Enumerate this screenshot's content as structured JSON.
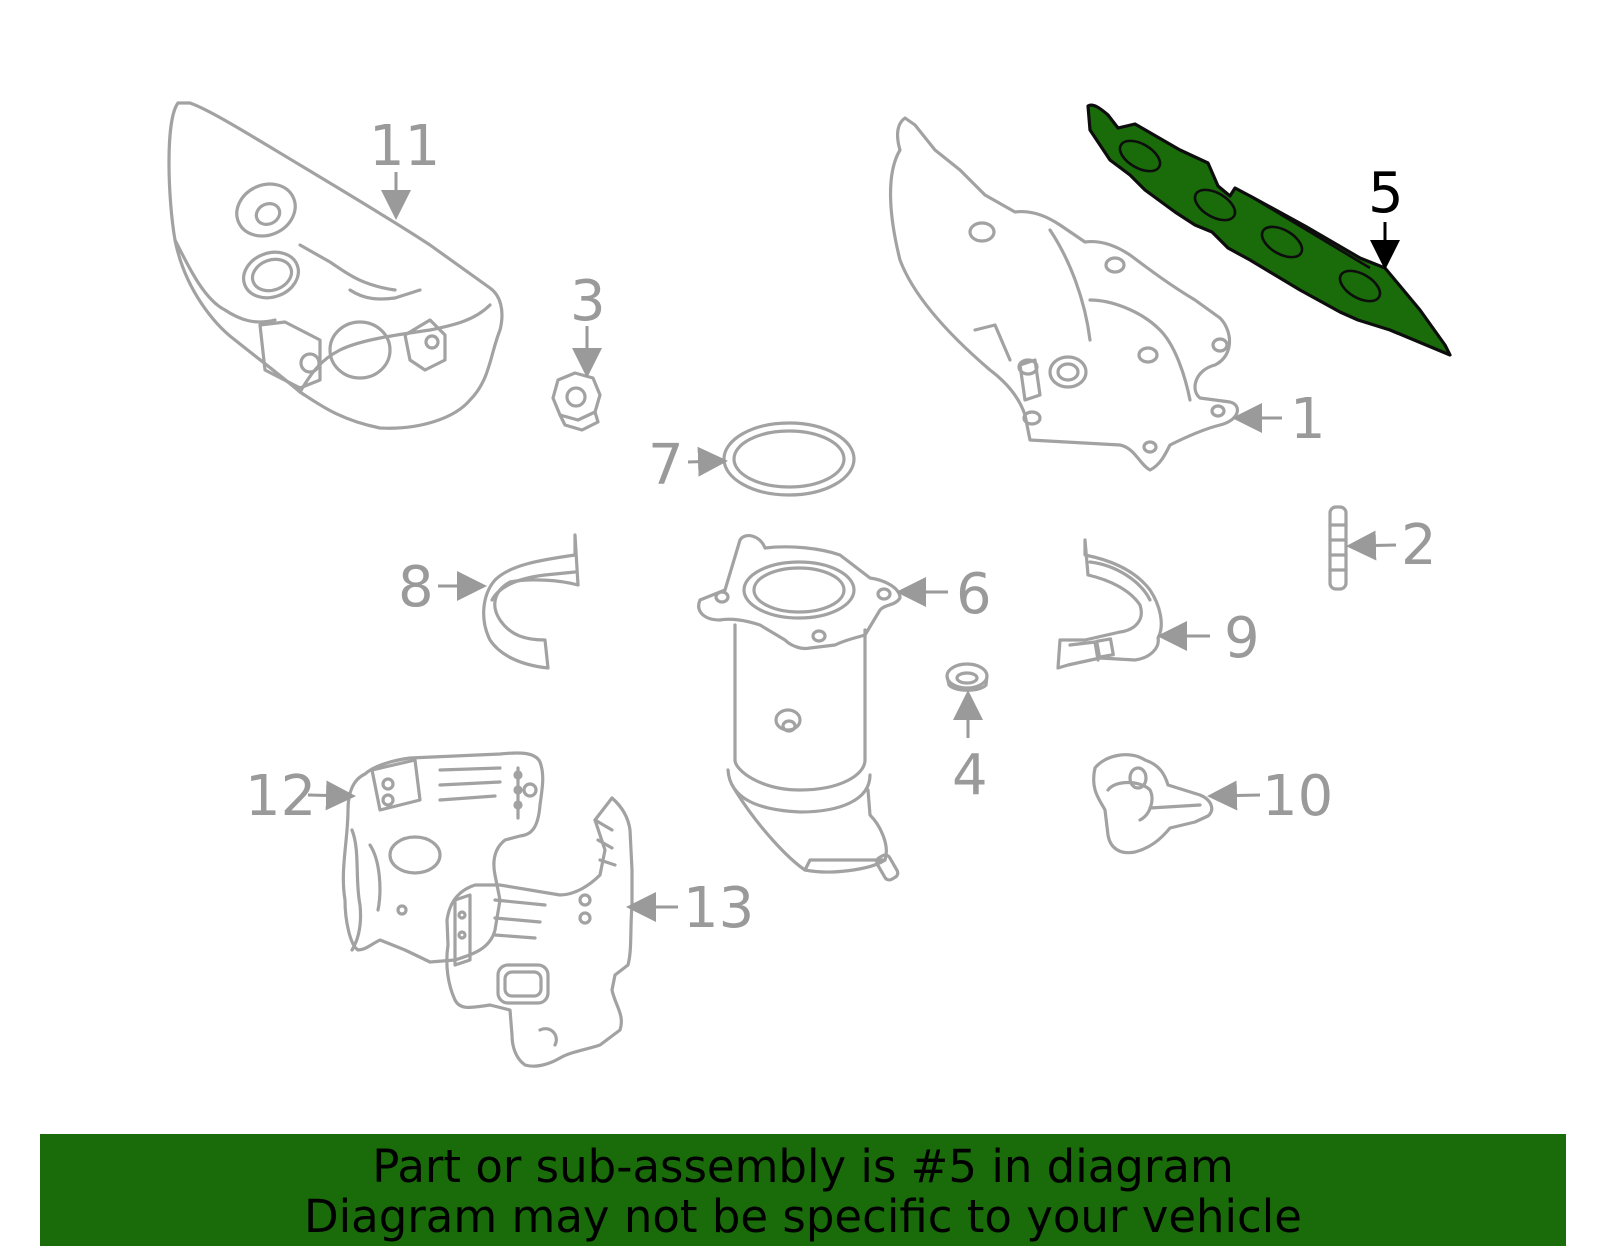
{
  "callouts": {
    "c1": "1",
    "c2": "2",
    "c3": "3",
    "c4": "4",
    "c5": "5",
    "c6": "6",
    "c7": "7",
    "c8": "8",
    "c9": "9",
    "c10": "10",
    "c11": "11",
    "c12": "12",
    "c13": "13"
  },
  "highlighted_part": "5",
  "colors": {
    "highlight": "#1a6b0a",
    "part_stroke": "#a2a2a2",
    "label": "#9a9a9a"
  },
  "banner": {
    "line1": "Part or sub-assembly is #5 in diagram",
    "line2": "Diagram may not be specific to your vehicle"
  }
}
